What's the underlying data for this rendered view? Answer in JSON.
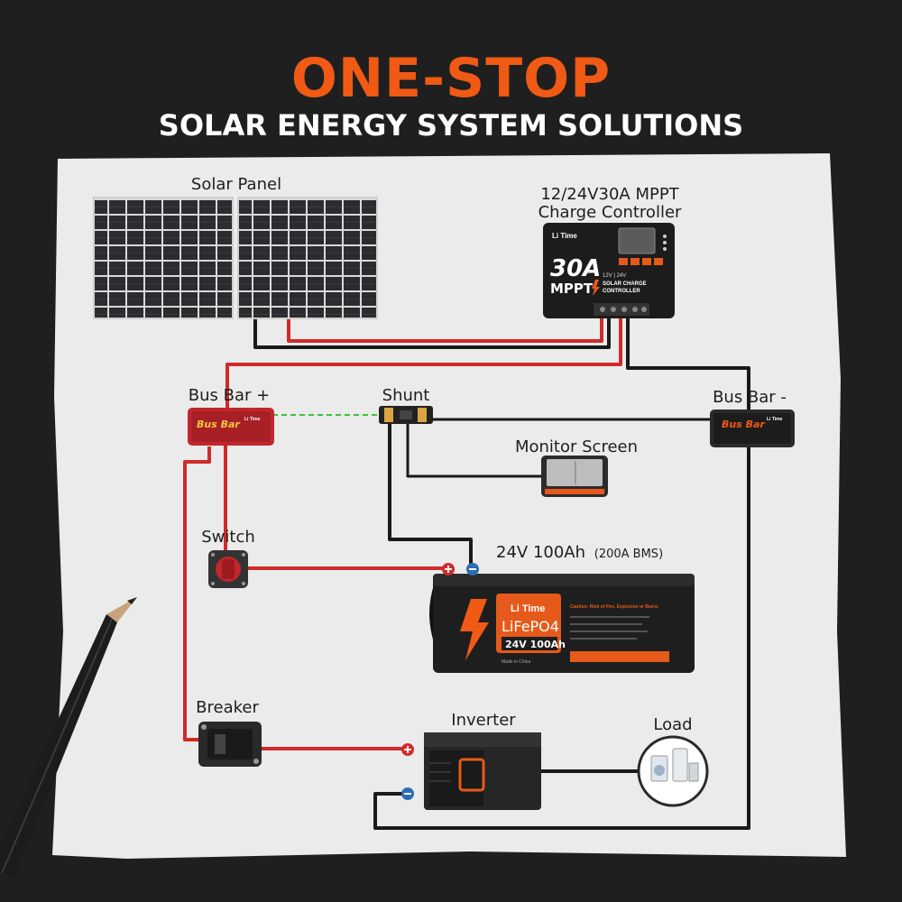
{
  "header": {
    "title": "ONE-STOP",
    "subtitle": "SOLAR ENERGY SYSTEM SOLUTIONS"
  },
  "labels": {
    "solar_panel": "Solar Panel",
    "controller_line1": "12/24V30A MPPT",
    "controller_line2": "Charge Controller",
    "bus_bar_pos": "Bus Bar +",
    "shunt": "Shunt",
    "bus_bar_neg": "Bus Bar -",
    "monitor_screen": "Monitor Screen",
    "switch": "Switch",
    "battery_main": "24V 100Ah",
    "battery_bms": "(200A BMS)",
    "breaker": "Breaker",
    "inverter": "Inverter",
    "load": "Load"
  },
  "controller_device": {
    "brand": "Li Time",
    "big": "30A",
    "mppt": "MPPT",
    "voltage": "12V | 24V",
    "line1": "SOLAR CHARGE",
    "line2": "CONTROLLER"
  },
  "busbar_device": {
    "label": "Bus Bar",
    "brand": "Li Time"
  },
  "battery_device": {
    "brand": "Li Time",
    "chem": "LiFePO4",
    "rating": "24V 100Ah",
    "made": "Made in China",
    "caution": "Caution: Risk of Fire, Explosion or Burns"
  },
  "colors": {
    "accent": "#f05a14",
    "wire_red": "#d12a2a",
    "wire_black": "#1a1a1a",
    "wire_green": "#3cc23c",
    "paper": "#ebebeb",
    "background": "#1f1f1f"
  }
}
